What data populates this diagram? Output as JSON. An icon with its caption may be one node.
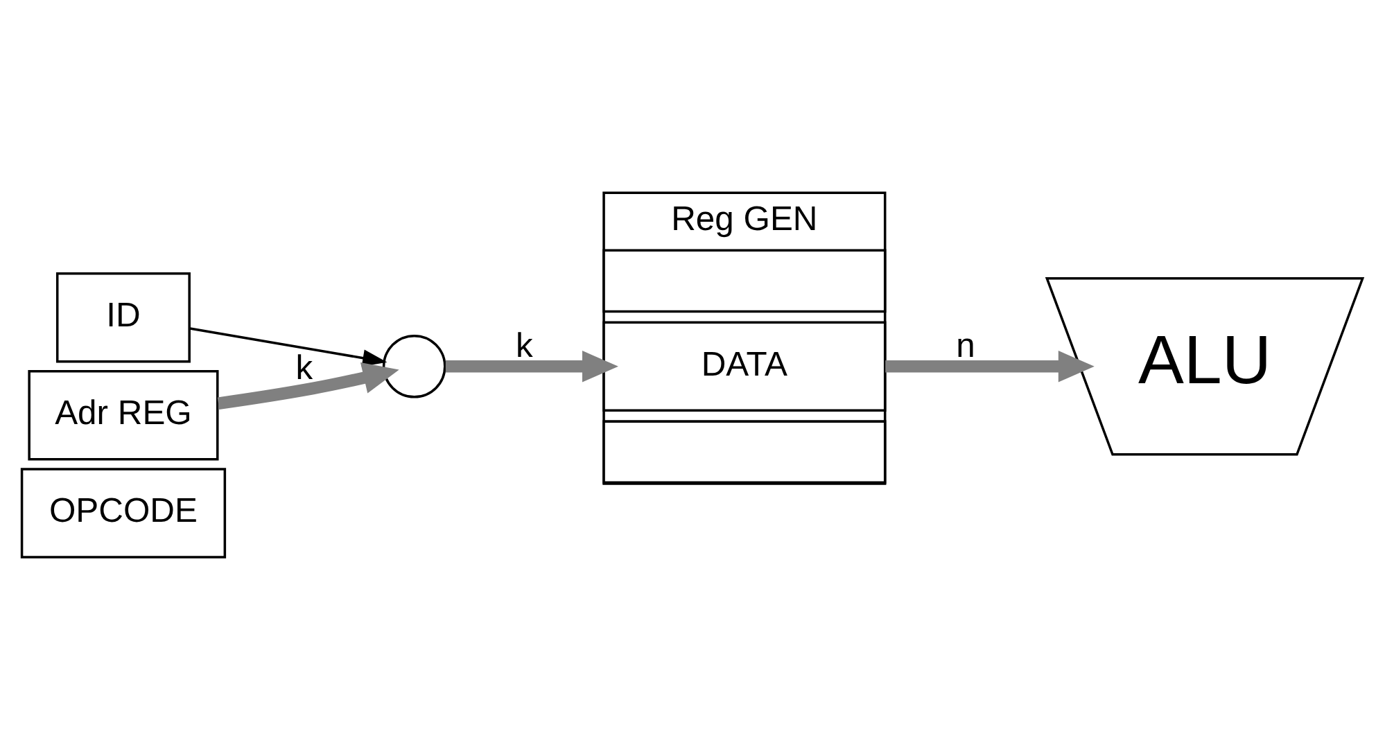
{
  "diagram": {
    "nodes": [
      {
        "text": [
          "OPCODE"
        ]
      },
      {
        "text": [
          "ID"
        ]
      },
      {
        "text": [
          "Adr REG"
        ]
      },
      {
        "text": [],
        "shape": "circle"
      },
      {
        "text": [
          "Reg GEN"
        ]
      },
      {
        "text": [],
        "shape": "box",
        "in": 4
      },
      {
        "text": [
          "DATA"
        ],
        "in": 4
      },
      {
        "text": [],
        "shape": "box",
        "in": 4
      },
      {
        "text": [
          "ALU"
        ]
      }
    ],
    "edges": [
      {
        "from": 1,
        "to": 3,
        "arrow": "to",
        "color": "#000000"
      },
      {
        "from": 2,
        "to": 3,
        "arrow": "to",
        "label": "k"
      },
      {
        "from": 3,
        "to": 6,
        "arrow": "to",
        "label": "k"
      },
      {
        "from": 6,
        "to": 8,
        "arrow": "to",
        "label": "n"
      }
    ]
  }
}
